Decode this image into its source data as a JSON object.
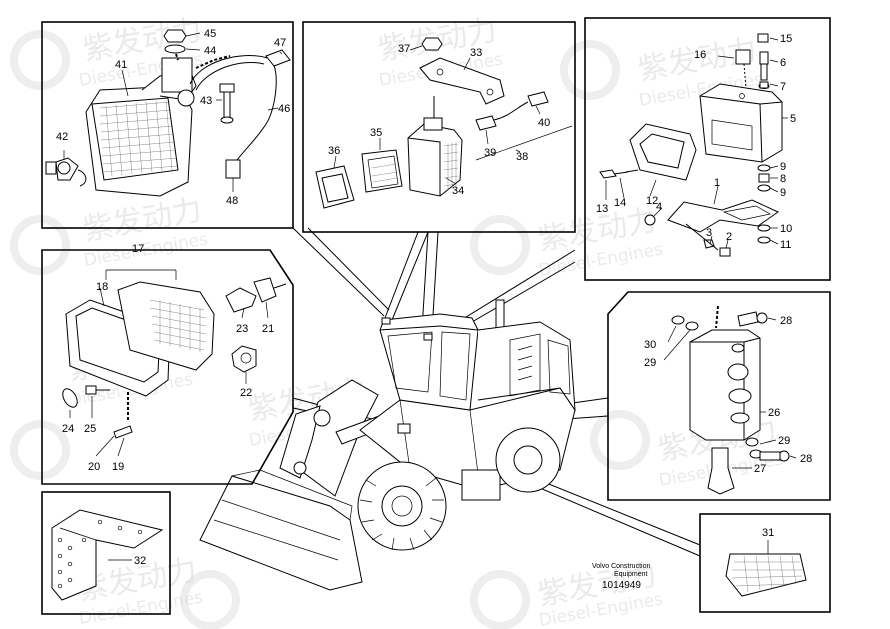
{
  "caption": {
    "company_line1": "Volvo Construction",
    "company_line2": "Equipment",
    "drawing_number": "1014949"
  },
  "watermark": {
    "cn": "紫发动力",
    "en": "Diesel-Engines"
  },
  "callouts": {
    "p41": "41",
    "p42": "42",
    "p43": "43",
    "p44": "44",
    "p45": "45",
    "p46": "46",
    "p47": "47",
    "p48": "48",
    "p33": "33",
    "p34": "34",
    "p35": "35",
    "p36": "36",
    "p37": "37",
    "p38": "38",
    "p39": "39",
    "p40": "40",
    "p1": "1",
    "p2": "2",
    "p3": "3",
    "p4": "4",
    "p5": "5",
    "p6": "6",
    "p7": "7",
    "p8": "8",
    "p9a": "9",
    "p9b": "9",
    "p10": "10",
    "p11": "11",
    "p12": "12",
    "p13": "13",
    "p14": "14",
    "p15": "15",
    "p16": "16",
    "p17": "17",
    "p18": "18",
    "p19": "19",
    "p20": "20",
    "p21": "21",
    "p22": "22",
    "p23": "23",
    "p24": "24",
    "p25": "25",
    "p26": "26",
    "p27": "27",
    "p28a": "28",
    "p28b": "28",
    "p29a": "29",
    "p29b": "29",
    "p30": "30",
    "p31": "31",
    "p32": "32"
  }
}
